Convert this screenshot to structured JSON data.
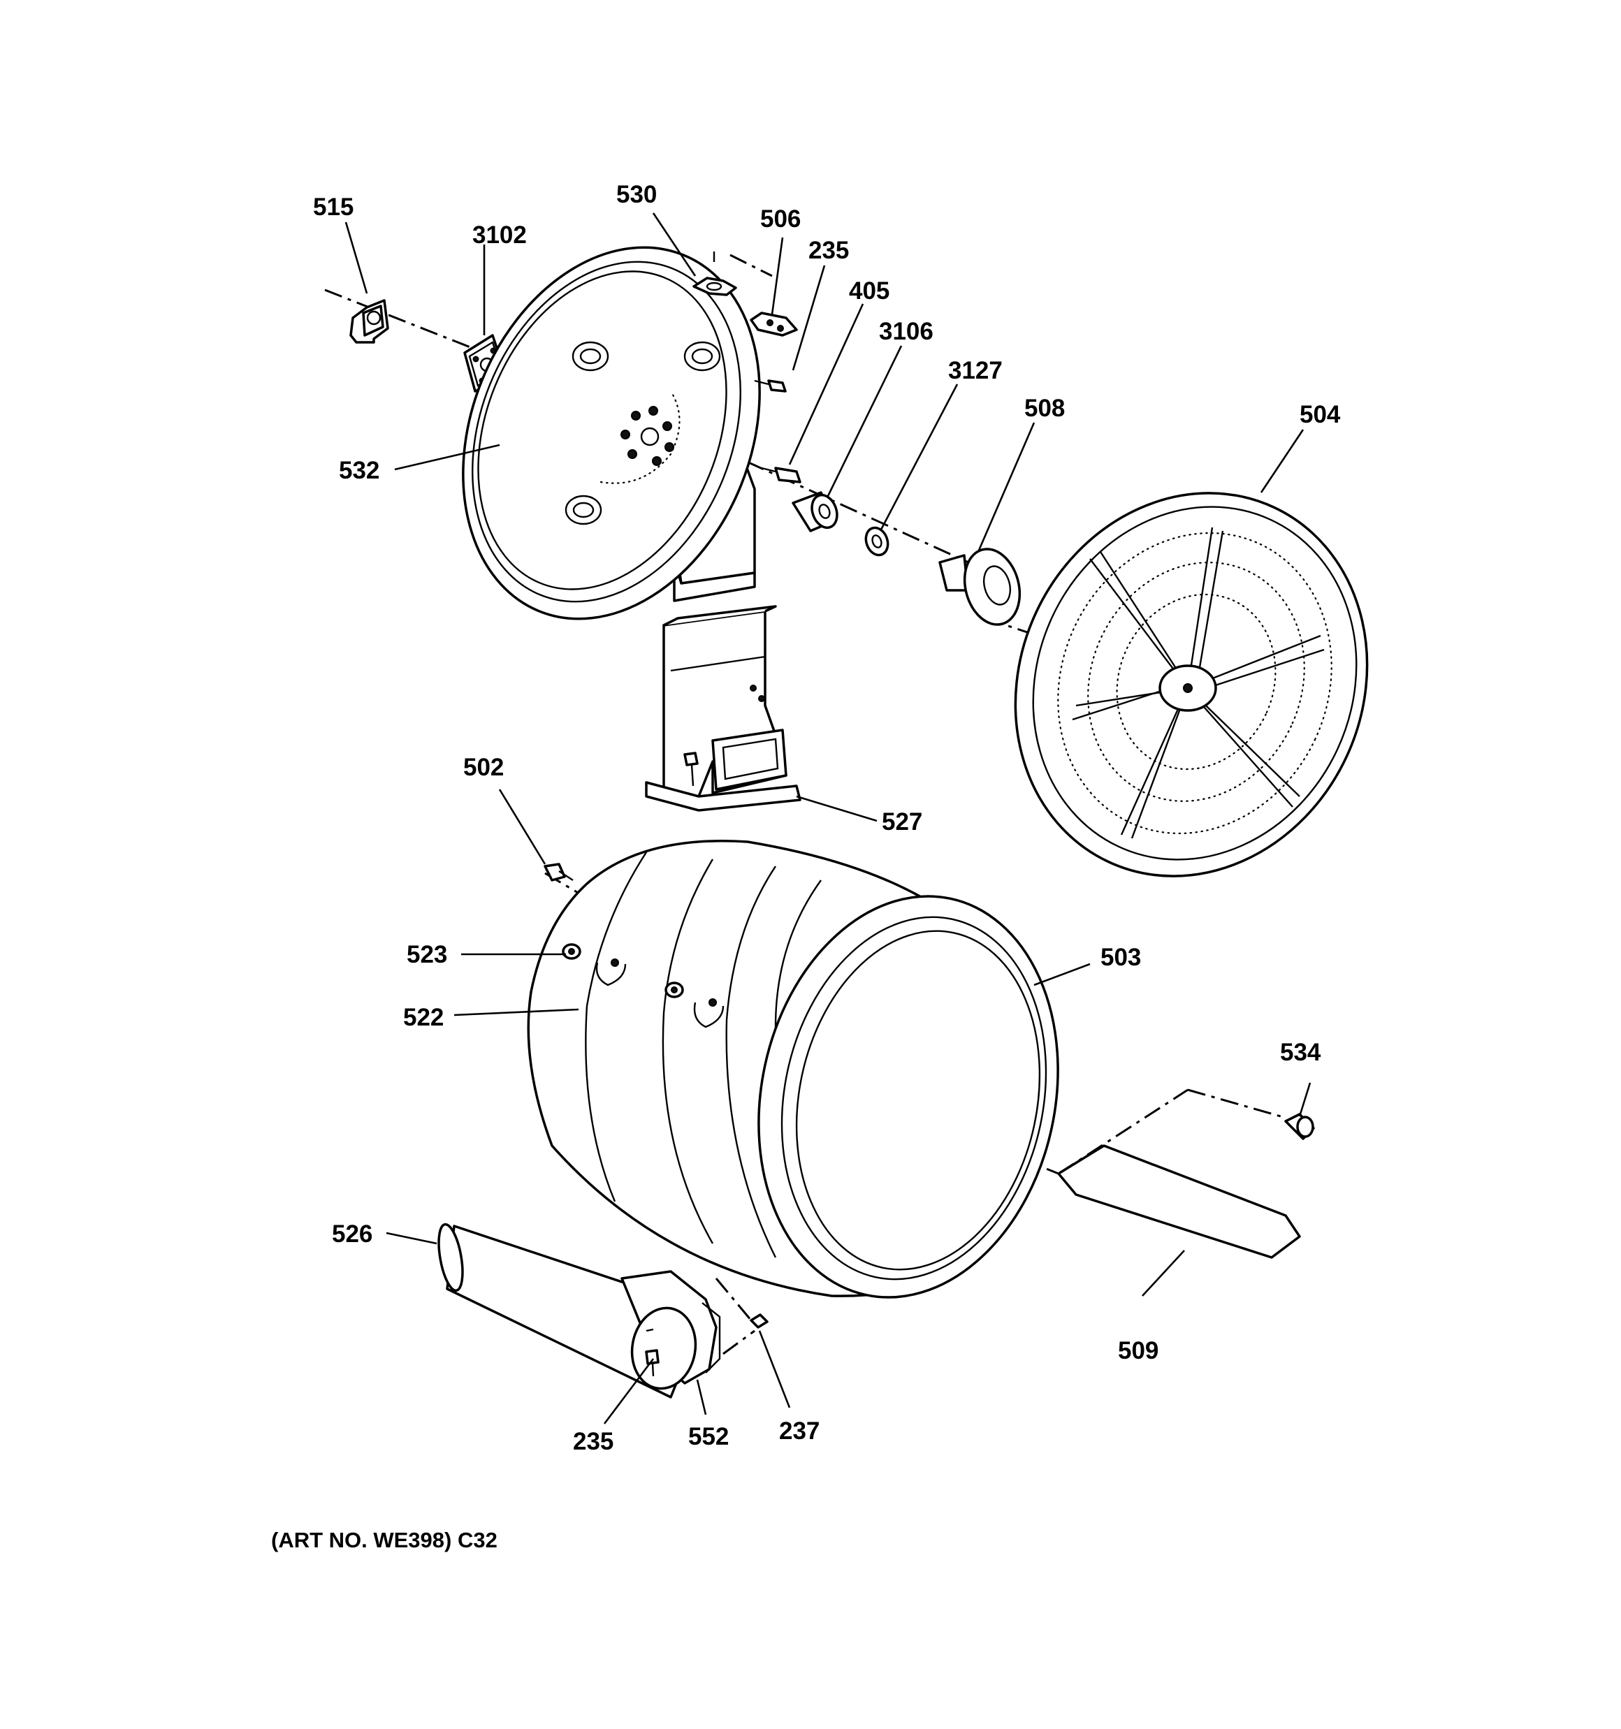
{
  "diagram": {
    "caption": "(ART NO. WE398) C32",
    "callouts": [
      {
        "id": "c515",
        "text": "515"
      },
      {
        "id": "c3102",
        "text": "3102"
      },
      {
        "id": "c530",
        "text": "530"
      },
      {
        "id": "c506",
        "text": "506"
      },
      {
        "id": "c235a",
        "text": "235"
      },
      {
        "id": "c405",
        "text": "405"
      },
      {
        "id": "c3106",
        "text": "3106"
      },
      {
        "id": "c3127",
        "text": "3127"
      },
      {
        "id": "c508",
        "text": "508"
      },
      {
        "id": "c504",
        "text": "504"
      },
      {
        "id": "c532",
        "text": "532"
      },
      {
        "id": "c502",
        "text": "502"
      },
      {
        "id": "c527",
        "text": "527"
      },
      {
        "id": "c523",
        "text": "523"
      },
      {
        "id": "c503",
        "text": "503"
      },
      {
        "id": "c522",
        "text": "522"
      },
      {
        "id": "c534",
        "text": "534"
      },
      {
        "id": "c526",
        "text": "526"
      },
      {
        "id": "c509",
        "text": "509"
      },
      {
        "id": "c235b",
        "text": "235"
      },
      {
        "id": "c552",
        "text": "552"
      },
      {
        "id": "c237",
        "text": "237"
      }
    ]
  }
}
